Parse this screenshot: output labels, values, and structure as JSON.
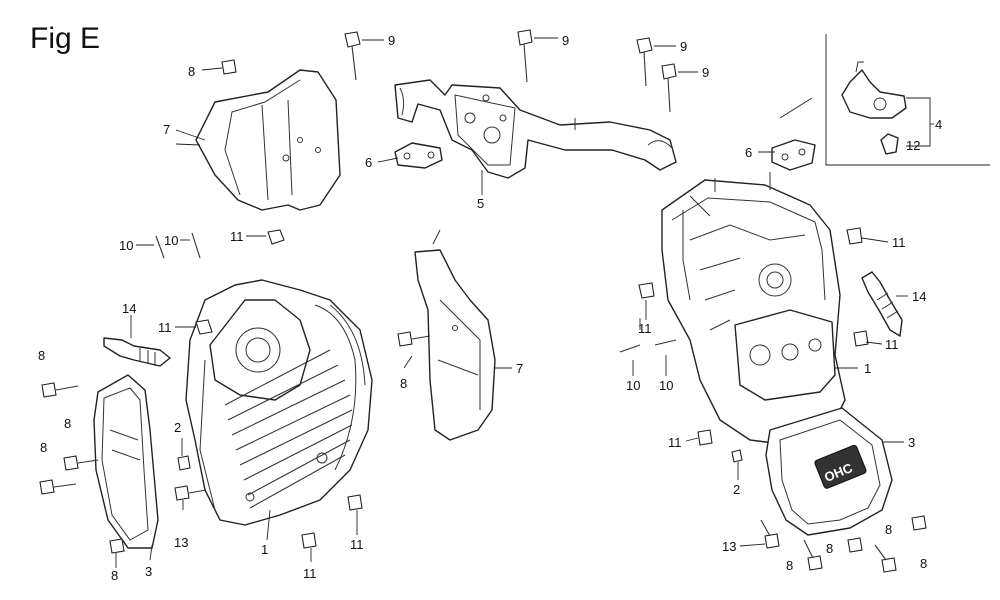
{
  "figure": {
    "title": "Fig E"
  },
  "diagram": {
    "callouts": {
      "c8_top_cover": "8",
      "c7_top_left": "7",
      "c9_a": "9",
      "c9_b": "9",
      "c9_c": "9",
      "c9_d": "9",
      "c6_left": "6",
      "c5": "5",
      "c6_right": "6",
      "c4": "4",
      "c12": "12",
      "c11_a": "11",
      "c10_a": "10",
      "c10_b": "10",
      "c14_left": "14",
      "c11_b": "11",
      "c8_l1": "8",
      "c8_l2": "8",
      "c8_l3": "8",
      "c8_l4": "8",
      "c3_left": "3",
      "c2_left": "2",
      "c13_left": "13",
      "c1_left": "1",
      "c11_c": "11",
      "c11_d": "11",
      "c8_mid": "8",
      "c7_mid": "7",
      "c11_e": "11",
      "c14_right": "14",
      "c11_f": "11",
      "c11_g": "11",
      "c10_c": "10",
      "c10_d": "10",
      "c1_right": "1",
      "c11_h": "11",
      "c2_right": "2",
      "c3_right": "3",
      "c8_r1": "8",
      "c13_right": "13",
      "c8_r2": "8",
      "c8_r3": "8",
      "c8_r4": "8"
    },
    "cover_logo": "OHC"
  }
}
